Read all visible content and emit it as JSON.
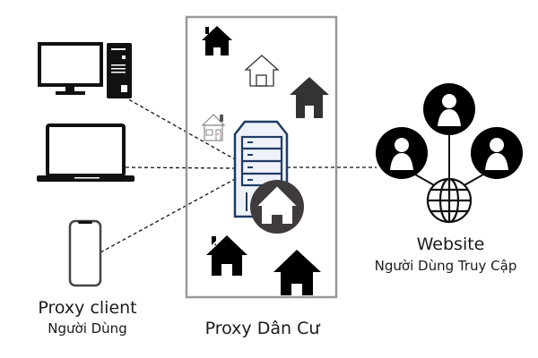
{
  "diagram": {
    "title": "Proxy Dân Cư diagram",
    "client": {
      "title": "Proxy client",
      "subtitle": "Người Dùng",
      "devices": [
        "desktop-computer",
        "laptop",
        "smartphone"
      ]
    },
    "proxy": {
      "title": "Proxy Dân Cư",
      "center_icon": "server-with-home-badge",
      "house_icons": [
        "house-black",
        "house-outline",
        "house-dark",
        "house-small-gray",
        "house-black",
        "house-black"
      ]
    },
    "website": {
      "title": "Website",
      "subtitle": "Người Dùng Truy Cập",
      "icons": [
        "user-circle",
        "user-circle",
        "user-circle",
        "globe"
      ]
    },
    "colors": {
      "server_stroke": "#1f3b66",
      "server_fill": "#eef2f8",
      "badge_fill": "#3f3a3b",
      "box_border": "#999999",
      "dark_house": "#333333"
    }
  }
}
